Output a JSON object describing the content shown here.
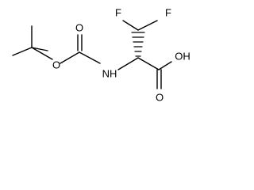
{
  "structure": {
    "atoms": {
      "o_ether": "O",
      "o_carbonyl_boc": "O",
      "nh": "NH",
      "f_left": "F",
      "f_right": "F",
      "oh": "OH",
      "o_carbonyl_acid": "O"
    },
    "stereo_bond": "hashed-wedge"
  }
}
